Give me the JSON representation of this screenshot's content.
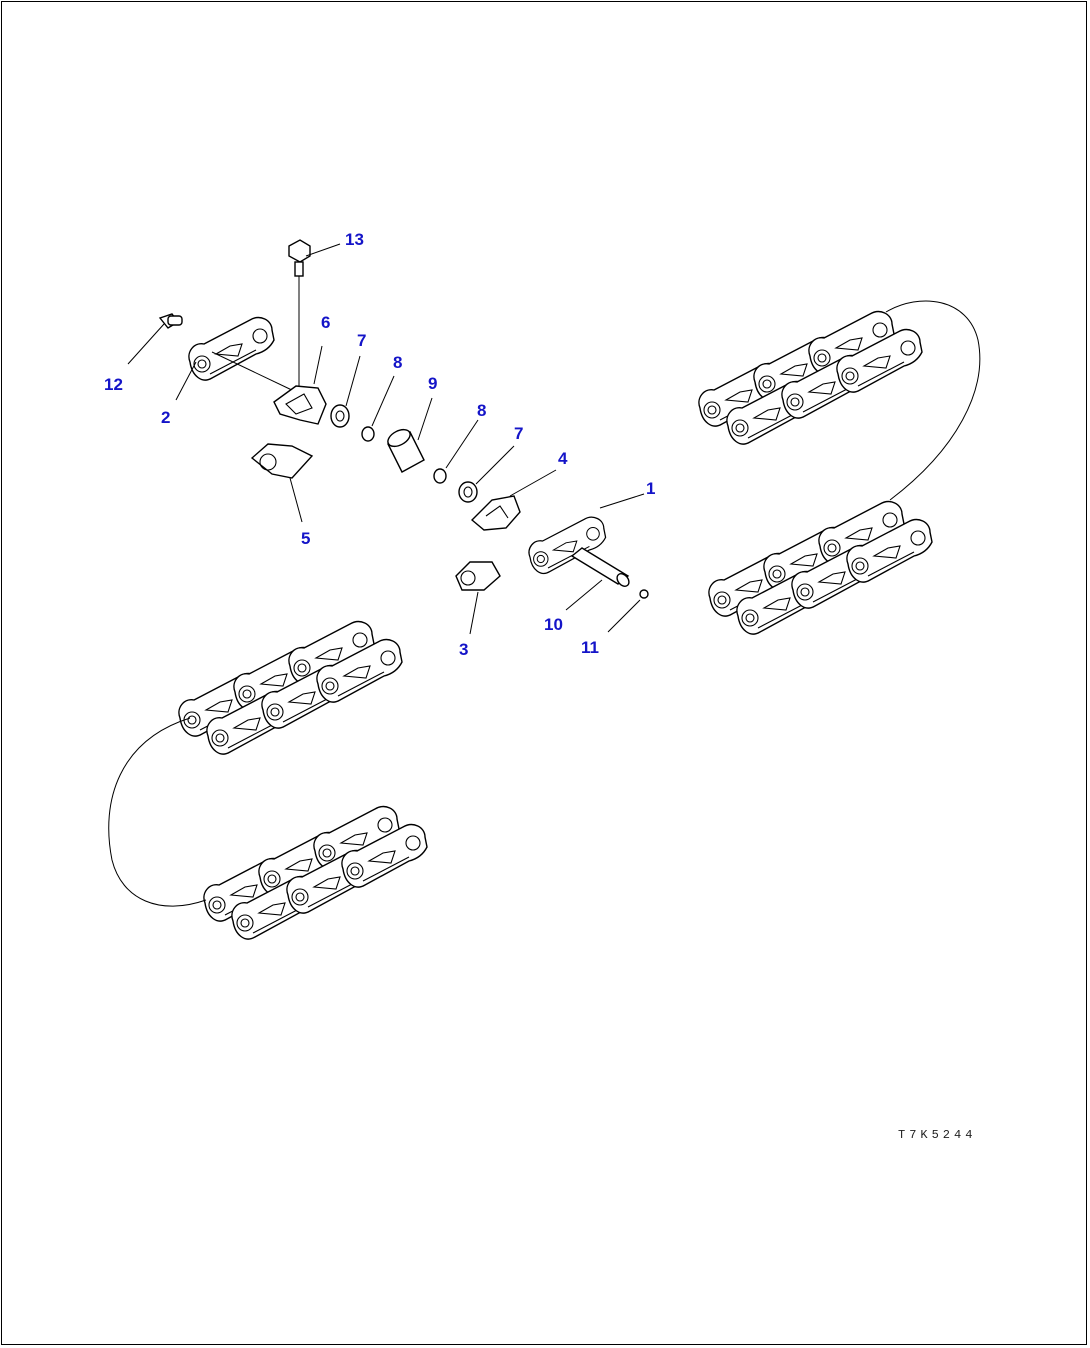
{
  "diagram": {
    "callouts": [
      {
        "id": "c1",
        "label": "1"
      },
      {
        "id": "c2",
        "label": "2"
      },
      {
        "id": "c3",
        "label": "3"
      },
      {
        "id": "c4",
        "label": "4"
      },
      {
        "id": "c5",
        "label": "5"
      },
      {
        "id": "c6",
        "label": "6"
      },
      {
        "id": "c7a",
        "label": "7"
      },
      {
        "id": "c7b",
        "label": "7"
      },
      {
        "id": "c8a",
        "label": "8"
      },
      {
        "id": "c8b",
        "label": "8"
      },
      {
        "id": "c9",
        "label": "9"
      },
      {
        "id": "c10",
        "label": "10"
      },
      {
        "id": "c11",
        "label": "11"
      },
      {
        "id": "c12",
        "label": "12"
      },
      {
        "id": "c13",
        "label": "13"
      }
    ],
    "drawing_code": "T7K5244",
    "colors": {
      "callout": "#1414c8",
      "line": "#000000",
      "background": "#ffffff"
    }
  }
}
